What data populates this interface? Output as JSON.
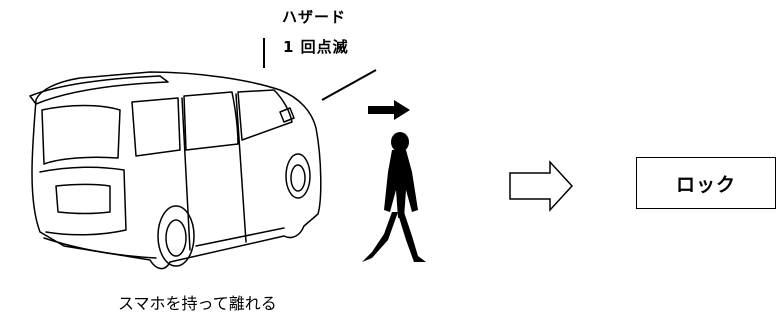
{
  "hazard": {
    "line1": "ハザード",
    "line2": "1 回点滅"
  },
  "caption": "スマホを持って離れる",
  "result_label": "ロック",
  "icons": [
    "van-illustration",
    "walking-person-icon",
    "motion-arrow-icon",
    "hollow-right-arrow-icon"
  ],
  "colors": {
    "ink": "#000000",
    "background": "#ffffff"
  }
}
